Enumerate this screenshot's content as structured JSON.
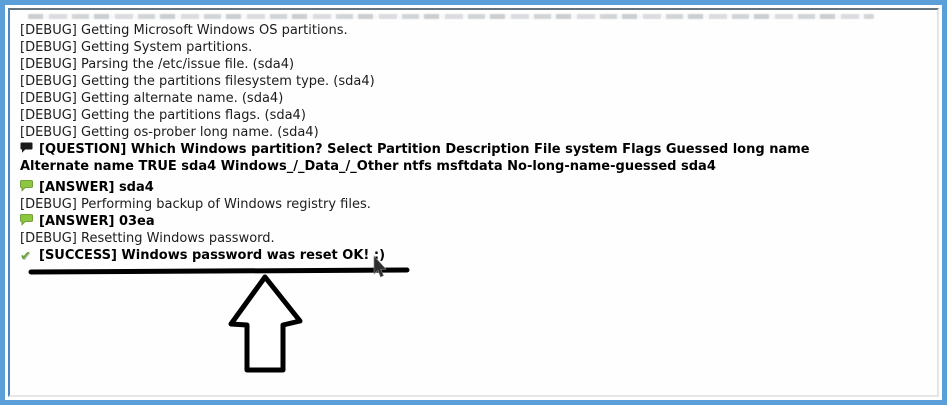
{
  "window": {
    "description": "log-output-panel"
  },
  "colors": {
    "frame_blue": "#5b9fd8",
    "question_bubble": "#1a1a1a",
    "answer_bubble_fill": "#8dc63f",
    "answer_bubble_stroke": "#5f8f20",
    "success_check": "#67a23c",
    "text": "#1c1c1c",
    "annotation": "#000000"
  },
  "log": {
    "lines": [
      {
        "type": "debug",
        "text": "[DEBUG] Getting Microsoft Windows OS partitions."
      },
      {
        "type": "debug",
        "text": "[DEBUG] Getting System partitions."
      },
      {
        "type": "debug",
        "text": "[DEBUG] Parsing the /etc/issue file. (sda4)"
      },
      {
        "type": "debug",
        "text": "[DEBUG] Getting the partitions filesystem type. (sda4)"
      },
      {
        "type": "debug",
        "text": "[DEBUG] Getting alternate name. (sda4)"
      },
      {
        "type": "debug",
        "text": "[DEBUG] Getting the partitions flags. (sda4)"
      },
      {
        "type": "debug",
        "text": "[DEBUG] Getting os-prober long name. (sda4)"
      },
      {
        "type": "question",
        "text": "[QUESTION] Which Windows partition? Select Partition Description File system Flags Guessed long name",
        "text_cont": "Alternate name TRUE sda4 Windows_/_Data_/_Other ntfs msftdata No-long-name-guessed sda4"
      },
      {
        "type": "answer",
        "text": "[ANSWER] sda4"
      },
      {
        "type": "debug",
        "text": "[DEBUG] Performing backup of Windows registry files."
      },
      {
        "type": "answer",
        "text": "[ANSWER] 03ea"
      },
      {
        "type": "debug",
        "text": "[DEBUG] Resetting Windows password."
      },
      {
        "type": "success",
        "text": "[SUCCESS] Windows password was reset OK! :)"
      }
    ]
  },
  "annotations": {
    "underline": "emphasis line under success message",
    "arrow": "hand-drawn up arrow pointing at success message"
  }
}
